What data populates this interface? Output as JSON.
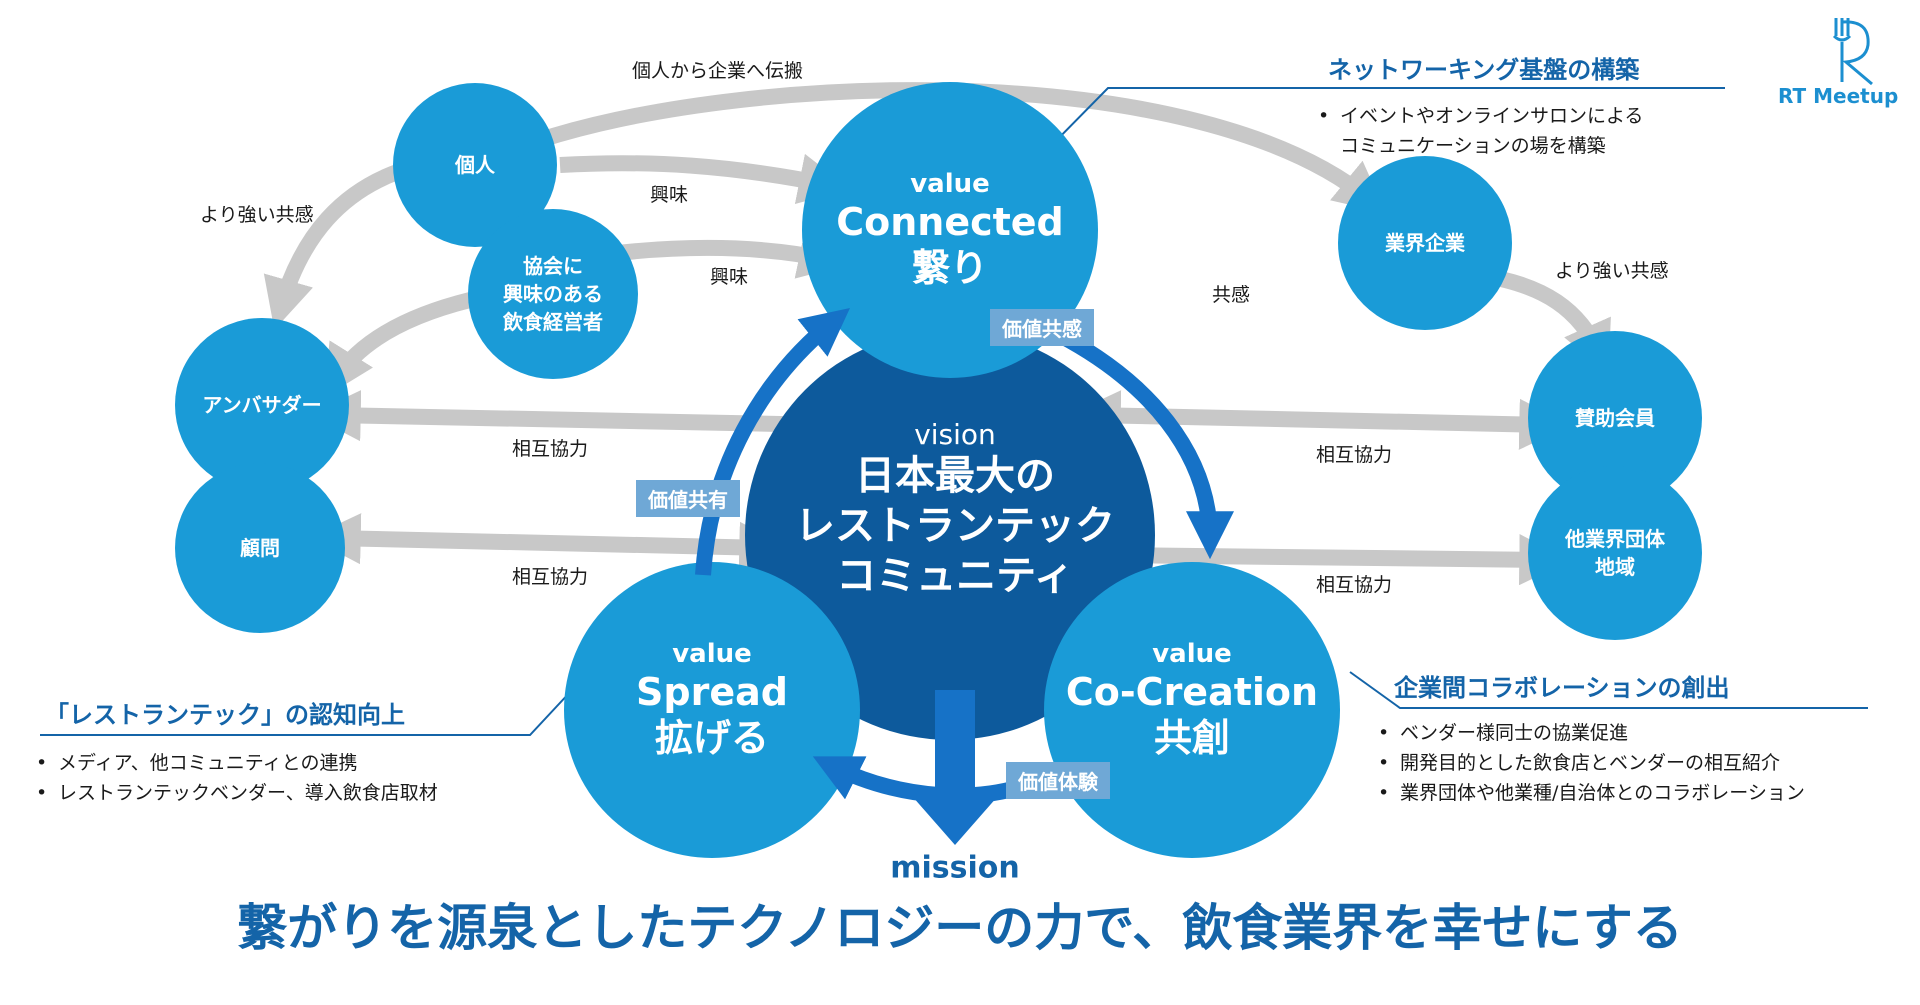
{
  "logo": {
    "text": "RT Meetup"
  },
  "colors": {
    "node": "#1a9bd7",
    "vision": "#0d5a9c",
    "arrow_gray": "#c8c8c8",
    "arrow_blue": "#1672c7",
    "tag_bg": "#6fa8d6",
    "heading": "#1464a8"
  },
  "vision": {
    "label": "vision",
    "line1": "日本最大の",
    "line2": "レストランテック",
    "line3": "コミュニティ"
  },
  "values": {
    "connected": {
      "label": "value",
      "en": "Connected",
      "jp": "繋り"
    },
    "spread": {
      "label": "value",
      "en": "Spread",
      "jp": "拡げる"
    },
    "cocreation": {
      "label": "value",
      "en": "Co-Creation",
      "jp": "共創"
    }
  },
  "nodes": {
    "kojin": "個人",
    "kyokai_1": "協会に",
    "kyokai_2": "興味のある",
    "kyokai_3": "飲食経営者",
    "ambassador": "アンバサダー",
    "komon": "顧問",
    "gyokai": "業界企業",
    "sanjo": "賛助会員",
    "tagyokai_1": "他業界団体",
    "tagyokai_2": "地域"
  },
  "edges": {
    "kojin_to_kigyo": "個人から企業へ伝搬",
    "kyomi_1": "興味",
    "kyomi_2": "興味",
    "stronger_left": "より強い共感",
    "stronger_right": "より強い共感",
    "kyokan": "共感",
    "mutual_1": "相互協力",
    "mutual_2": "相互協力",
    "mutual_3": "相互協力",
    "mutual_4": "相互協力"
  },
  "tags": {
    "kachi_kyokan": "価値共感",
    "kachi_kyoyu": "価値共有",
    "kachi_taiken": "価値体験"
  },
  "sections": {
    "network": {
      "heading": "ネットワーキング基盤の構築",
      "bullets": [
        "イベントやオンラインサロンによる",
        "コミュニケーションの場を構築"
      ]
    },
    "collab": {
      "heading": "企業間コラボレーションの創出",
      "bullets": [
        "ベンダー様同士の協業促進",
        "開発目的とした飲食店とベンダーの相互紹介",
        "業界団体や他業種/自治体とのコラボレーション"
      ]
    },
    "awareness": {
      "heading": "「レストランテック」の認知向上",
      "bullets": [
        "メディア、他コミュニティとの連携",
        "レストランテックベンダー、導入飲食店取材"
      ]
    }
  },
  "bullet_char": "•",
  "mission": {
    "label": "mission",
    "text": "繋がりを源泉としたテクノロジーの力で、飲食業界を幸せにする"
  }
}
